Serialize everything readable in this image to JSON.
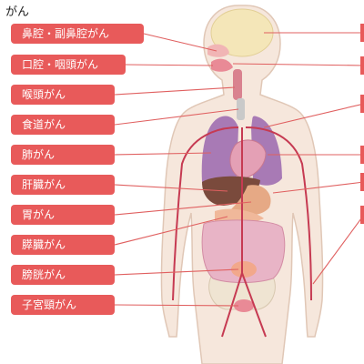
{
  "title": "がん",
  "labels": [
    {
      "id": "nasal",
      "text": "鼻腔・副鼻腔がん"
    },
    {
      "id": "oral",
      "text": "口腔・咽頭がん"
    },
    {
      "id": "larynx",
      "text": "喉頭がん"
    },
    {
      "id": "esophagus",
      "text": "食道がん"
    },
    {
      "id": "lung",
      "text": "肺がん"
    },
    {
      "id": "liver",
      "text": "肝臓がん"
    },
    {
      "id": "stomach",
      "text": "胃がん"
    },
    {
      "id": "pancreas",
      "text": "膵臓がん"
    },
    {
      "id": "bladder",
      "text": "膀胱がん"
    },
    {
      "id": "cervix",
      "text": "子宮頸がん"
    }
  ],
  "colors": {
    "label_bg": "#e85a5a",
    "leader_line": "#e06060",
    "body_fill": "#f6e7dc",
    "body_stroke": "#e0c7b6",
    "lung": "#a87ab5",
    "heart": "#e4a0b5",
    "liver": "#7a4a3c",
    "stomach": "#e6a985",
    "intestine": "#e8b4c6",
    "artery": "#c63a52",
    "brain": "#f4e6b8"
  }
}
